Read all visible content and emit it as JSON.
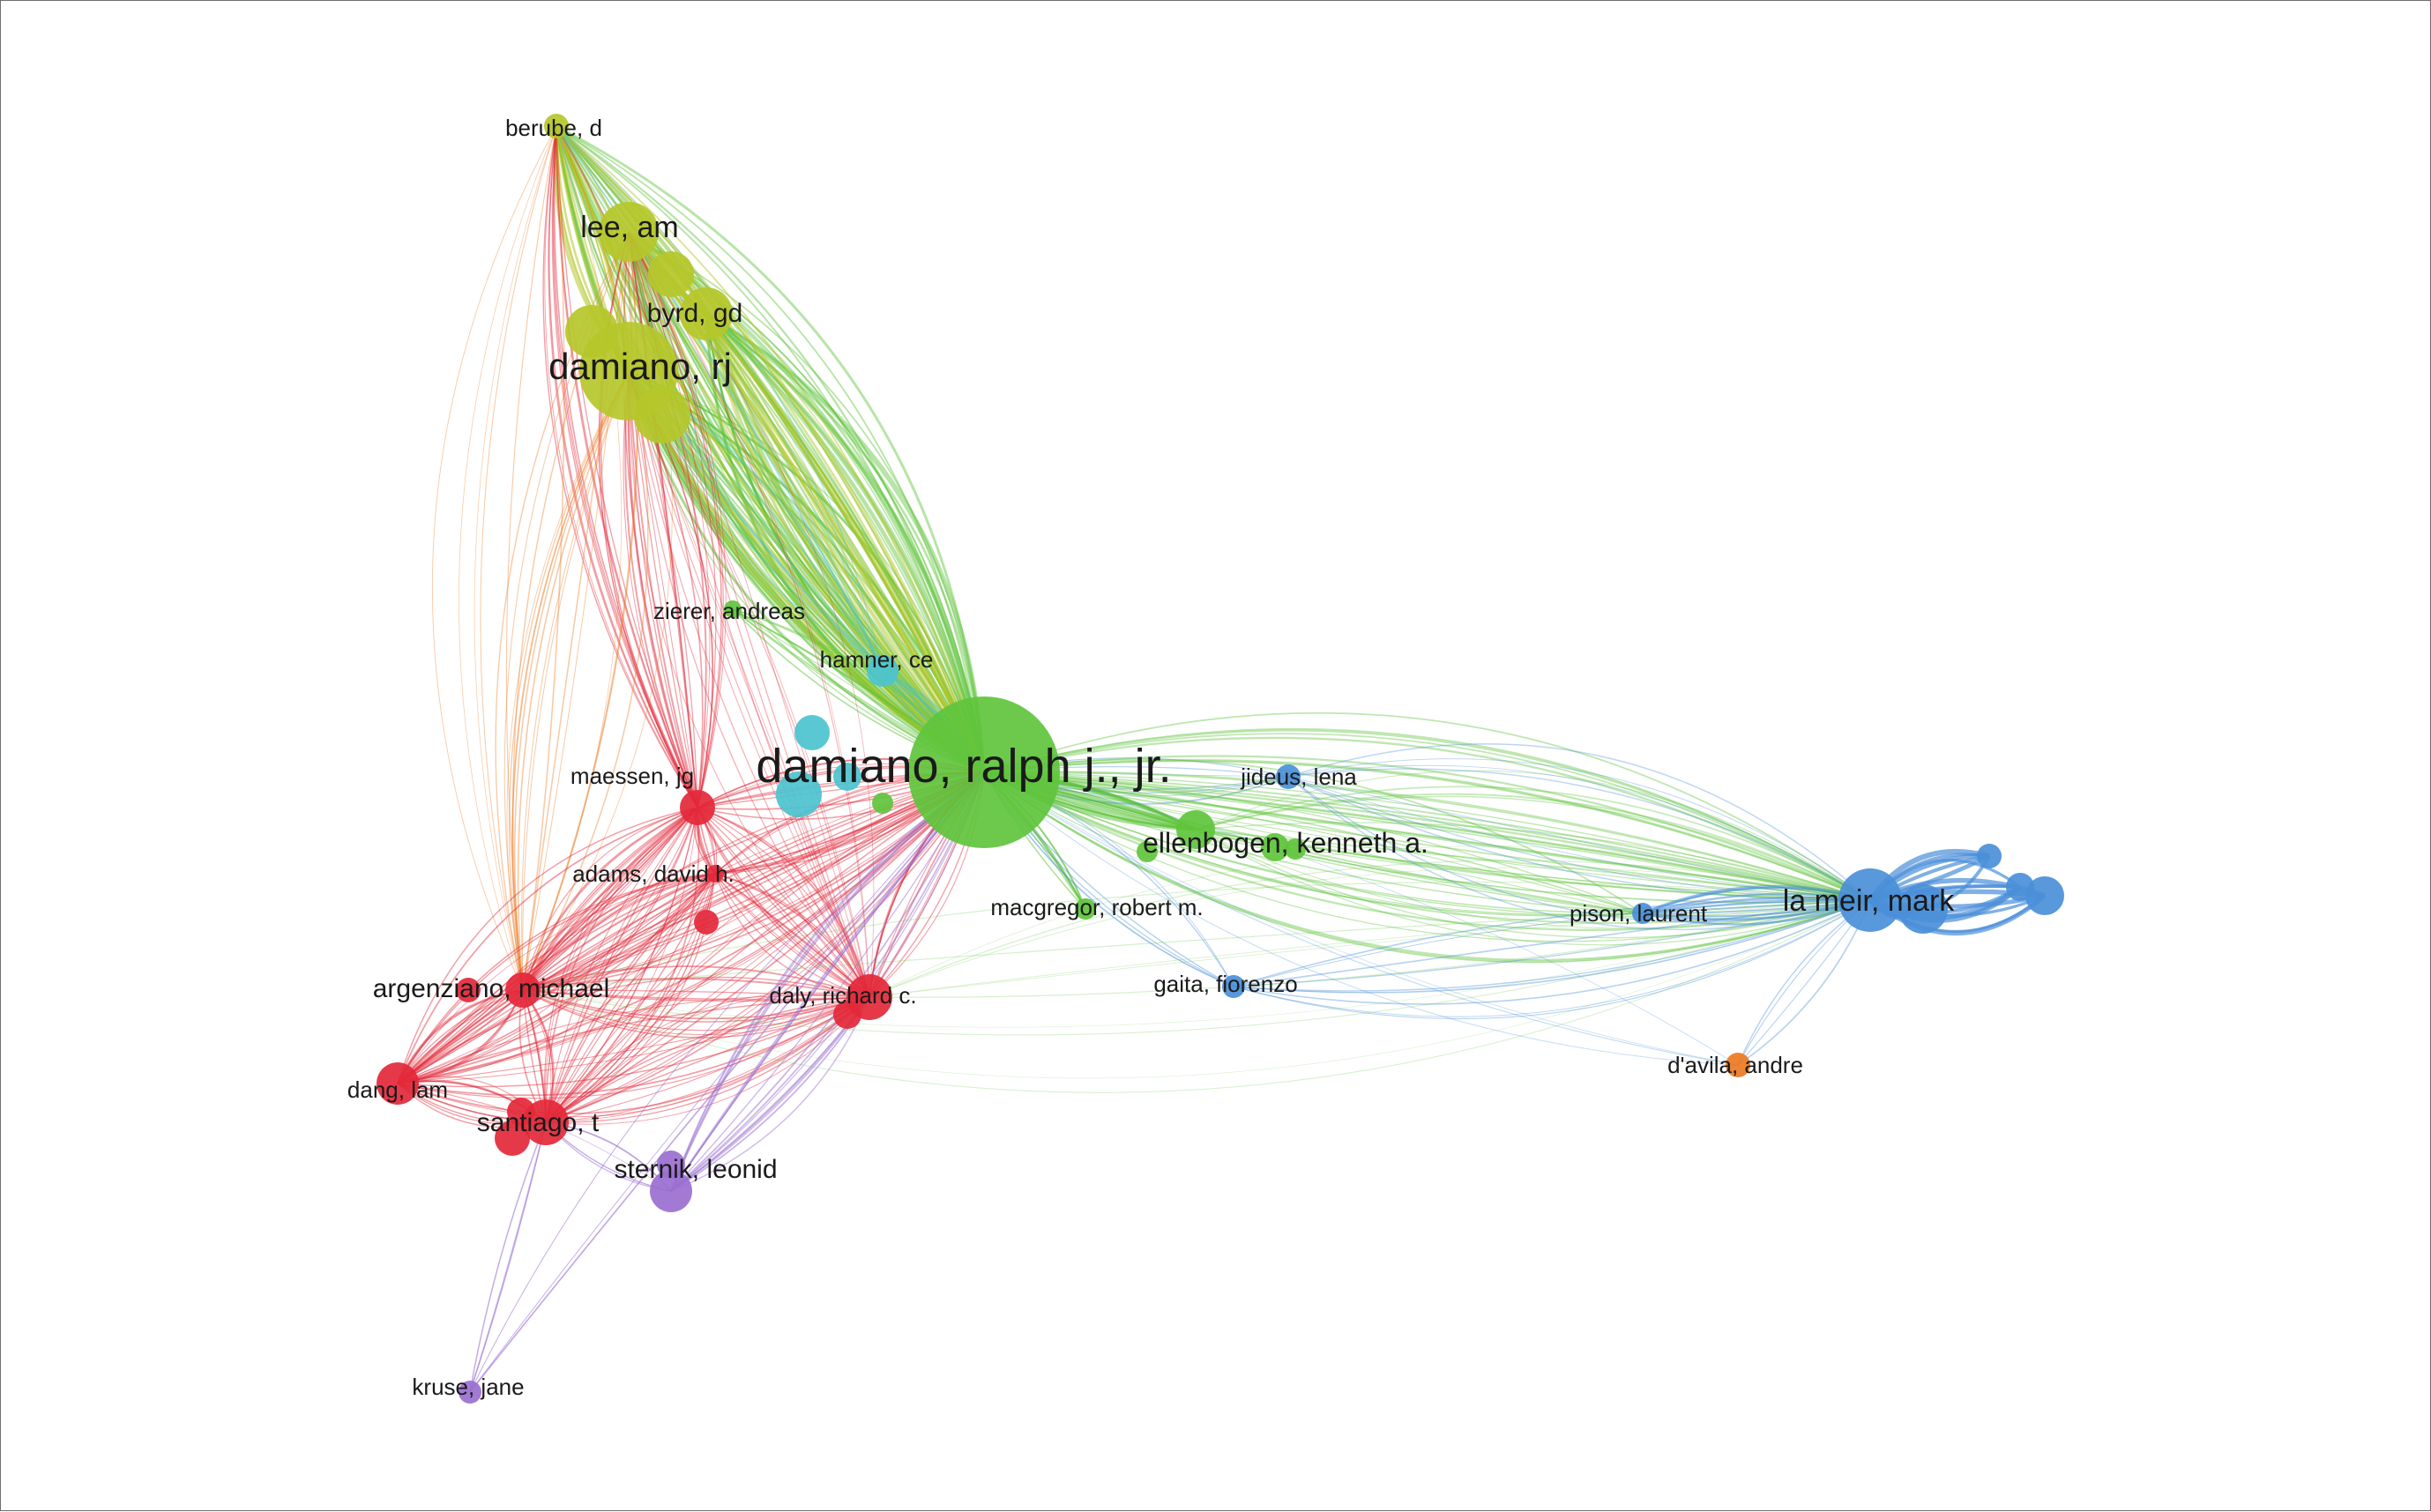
{
  "colors": {
    "yellowgreen": "#b5c72a",
    "green": "#5fc43c",
    "red": "#e3283a",
    "cyan": "#4cc3cf",
    "blue": "#4a8fd8",
    "purple": "#9a6fd0",
    "orange": "#ec7a22",
    "label": "#1a1a1a"
  },
  "nodes": [
    {
      "id": "berube",
      "label": "berube, d",
      "cluster": "yellowgreen"
    },
    {
      "id": "lee",
      "label": "lee, am",
      "cluster": "yellowgreen"
    },
    {
      "id": "byrd",
      "label": "byrd, gd",
      "cluster": "yellowgreen"
    },
    {
      "id": "damiano_rj",
      "label": "damiano, rj",
      "cluster": "yellowgreen"
    },
    {
      "id": "zierer",
      "label": "zierer, andreas",
      "cluster": "green"
    },
    {
      "id": "hamner",
      "label": "hamner, ce",
      "cluster": "cyan"
    },
    {
      "id": "damiano_ralph",
      "label": "damiano, ralph j., jr.",
      "cluster": "green"
    },
    {
      "id": "jideus",
      "label": "jideus, lena",
      "cluster": "blue"
    },
    {
      "id": "ellenbogen",
      "label": "ellenbogen, kenneth a.",
      "cluster": "green"
    },
    {
      "id": "maessen",
      "label": "maessen, jg",
      "cluster": "red"
    },
    {
      "id": "adams",
      "label": "adams, david h.",
      "cluster": "red"
    },
    {
      "id": "macgregor",
      "label": "macgregor, robert m.",
      "cluster": "green"
    },
    {
      "id": "pison",
      "label": "pison, laurent",
      "cluster": "blue"
    },
    {
      "id": "lameir",
      "label": "la meir, mark",
      "cluster": "blue"
    },
    {
      "id": "argenziano",
      "label": "argenziano, michael",
      "cluster": "red"
    },
    {
      "id": "daly",
      "label": "daly, richard c.",
      "cluster": "red"
    },
    {
      "id": "gaita",
      "label": "gaita, fiorenzo",
      "cluster": "blue"
    },
    {
      "id": "davila",
      "label": "d'avila, andre",
      "cluster": "orange"
    },
    {
      "id": "dang",
      "label": "dang, lam",
      "cluster": "red"
    },
    {
      "id": "santiago",
      "label": "santiago, t",
      "cluster": "red"
    },
    {
      "id": "sternik",
      "label": "sternik, leonid",
      "cluster": "purple"
    },
    {
      "id": "kruse",
      "label": "kruse, jane",
      "cluster": "purple"
    }
  ]
}
